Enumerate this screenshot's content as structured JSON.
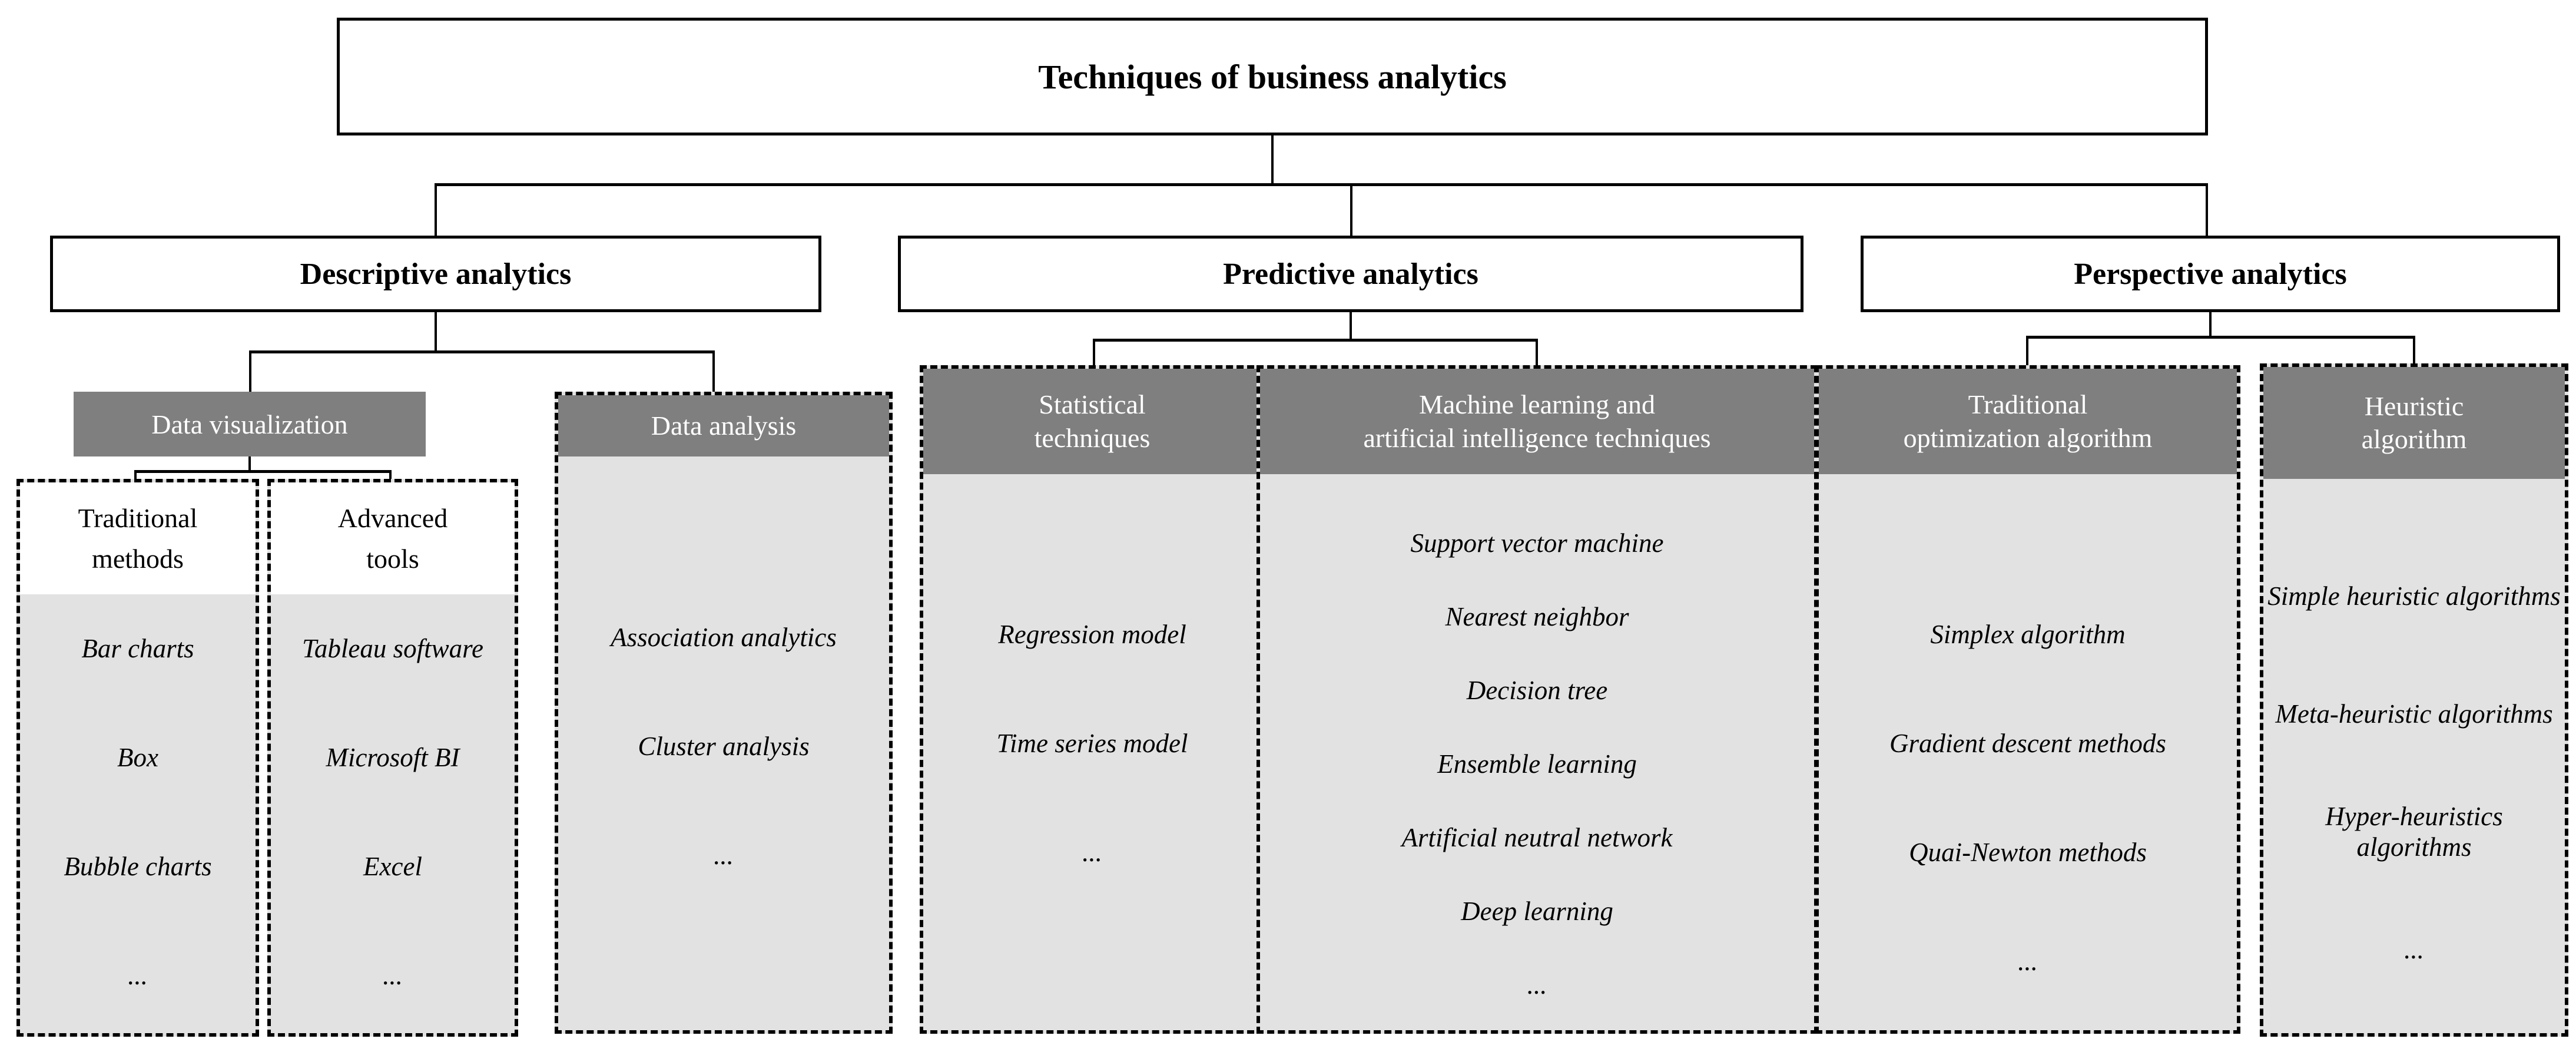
{
  "root": {
    "label": "Techniques of business analytics"
  },
  "level2": [
    {
      "label": "Descriptive analytics"
    },
    {
      "label": "Predictive analytics"
    },
    {
      "label": "Perspective analytics"
    }
  ],
  "groups": {
    "data_visualization": {
      "label": "Data visualization"
    },
    "data_analysis": {
      "label": "Data analysis",
      "items": [
        "Association analytics",
        "Cluster analysis",
        "..."
      ]
    },
    "traditional_methods": {
      "lines": [
        "Traditional",
        "methods"
      ],
      "items": [
        "Bar charts",
        "Box",
        "Bubble charts",
        "..."
      ]
    },
    "advanced_tools": {
      "lines": [
        "Advanced",
        "tools"
      ],
      "items": [
        "Tableau software",
        "Microsoft BI",
        "Excel",
        "..."
      ]
    },
    "statistical": {
      "lines": [
        "Statistical",
        "techniques"
      ],
      "items": [
        "Regression model",
        "Time series model",
        "..."
      ]
    },
    "ml_ai": {
      "lines": [
        "Machine learning and",
        "artificial intelligence techniques"
      ],
      "items": [
        "Support vector machine",
        "Nearest neighbor",
        "Decision tree",
        "Ensemble learning",
        "Artificial neutral network",
        "Deep learning",
        "..."
      ]
    },
    "traditional_optimization": {
      "lines": [
        "Traditional",
        "optimization algorithm"
      ],
      "items": [
        "Simplex algorithm",
        "Gradient descent methods",
        "Quai-Newton methods",
        "..."
      ]
    },
    "heuristic": {
      "lines": [
        "Heuristic",
        "algorithm"
      ],
      "items": [
        "Simple heuristic algorithms",
        "Meta-heuristic algorithms",
        "Hyper-heuristics algorithms",
        "..."
      ]
    }
  },
  "colors": {
    "header_gray": "#7f7f7f",
    "body_gray": "#e2e2e2",
    "line_black": "#000000"
  }
}
